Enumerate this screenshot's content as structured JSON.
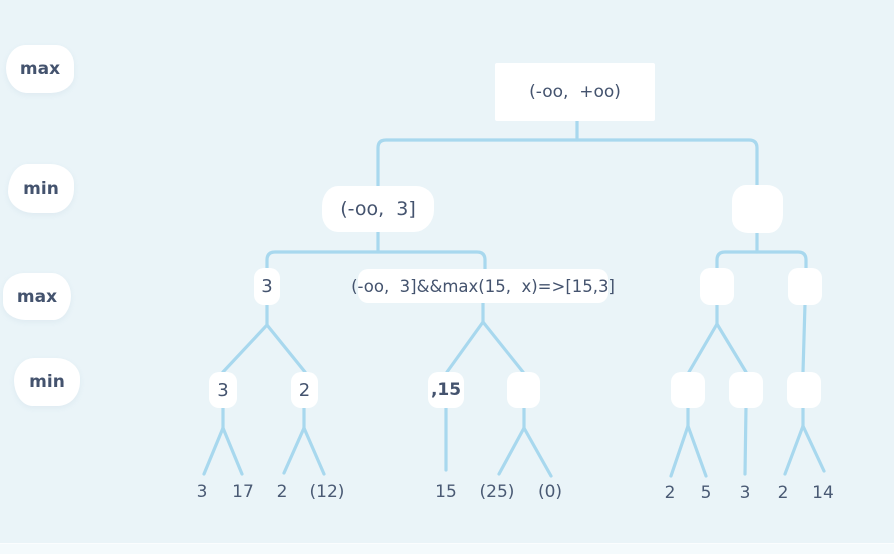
{
  "palette": {
    "background": "#eaf4f8",
    "edge_line": "#a8d8ee",
    "node_background": "#ffffff",
    "text": "#44536e"
  },
  "row_labels": [
    {
      "label": "max"
    },
    {
      "label": "min"
    },
    {
      "label": "max"
    },
    {
      "label": "min"
    }
  ],
  "tree": {
    "root": {
      "label": "(-oo,  +oo)"
    },
    "min_level": [
      {
        "label": "(-oo,  3]"
      },
      {
        "label": ""
      }
    ],
    "max_level": [
      {
        "label": "3"
      },
      {
        "label": "(-oo,  3]&&max(15,  x)=>[15,3]"
      },
      {
        "label": ""
      },
      {
        "label": ""
      }
    ],
    "min_level2": [
      {
        "label": "3"
      },
      {
        "label": "2"
      },
      {
        "label": ",15"
      },
      {
        "label": ""
      },
      {
        "label": ""
      },
      {
        "label": ""
      },
      {
        "label": ""
      }
    ],
    "leaves": [
      "3",
      "17",
      "2",
      "(12)",
      "15",
      "(25)",
      "(0)",
      "2",
      "5",
      "3",
      "2",
      "14"
    ]
  }
}
